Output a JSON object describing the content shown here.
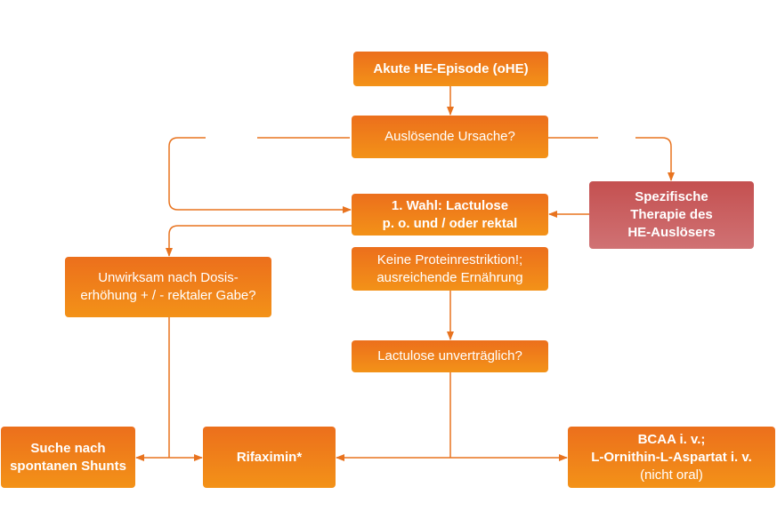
{
  "colors": {
    "orange_top": "#ec6f1c",
    "orange_bottom": "#f39218",
    "red_top": "#c45050",
    "red_bottom": "#d07274",
    "connector": "#e8731f"
  },
  "nodes": {
    "akute": {
      "lines": [
        "Akute HE-Episode (oHE)"
      ]
    },
    "ausloesende": {
      "lines": [
        "Auslösende Ursache?"
      ]
    },
    "spezifische": {
      "lines": [
        "Spezifische",
        "Therapie des",
        "HE-Auslösers"
      ]
    },
    "lactulose": {
      "lines": [
        "1. Wahl: Lactulose",
        "p. o. und / oder rektal"
      ]
    },
    "keine": {
      "lines": [
        "Keine Proteinrestriktion!;",
        "ausreichende Ernährung"
      ]
    },
    "unwirksam": {
      "lines": [
        "Unwirksam nach Dosis-",
        "erhöhung + / - rektaler Gabe?"
      ]
    },
    "unvertraeglich": {
      "lines": [
        "Lactulose unverträglich?"
      ]
    },
    "suche": {
      "lines": [
        "Suche nach",
        "spontanen Shunts"
      ]
    },
    "rifaximin": {
      "lines": [
        "Rifaximin*"
      ]
    },
    "bcaa": {
      "lines": [
        "BCAA i. v.;",
        "L-Ornithin-L-Aspartat i. v.",
        "(nicht oral)"
      ]
    }
  }
}
